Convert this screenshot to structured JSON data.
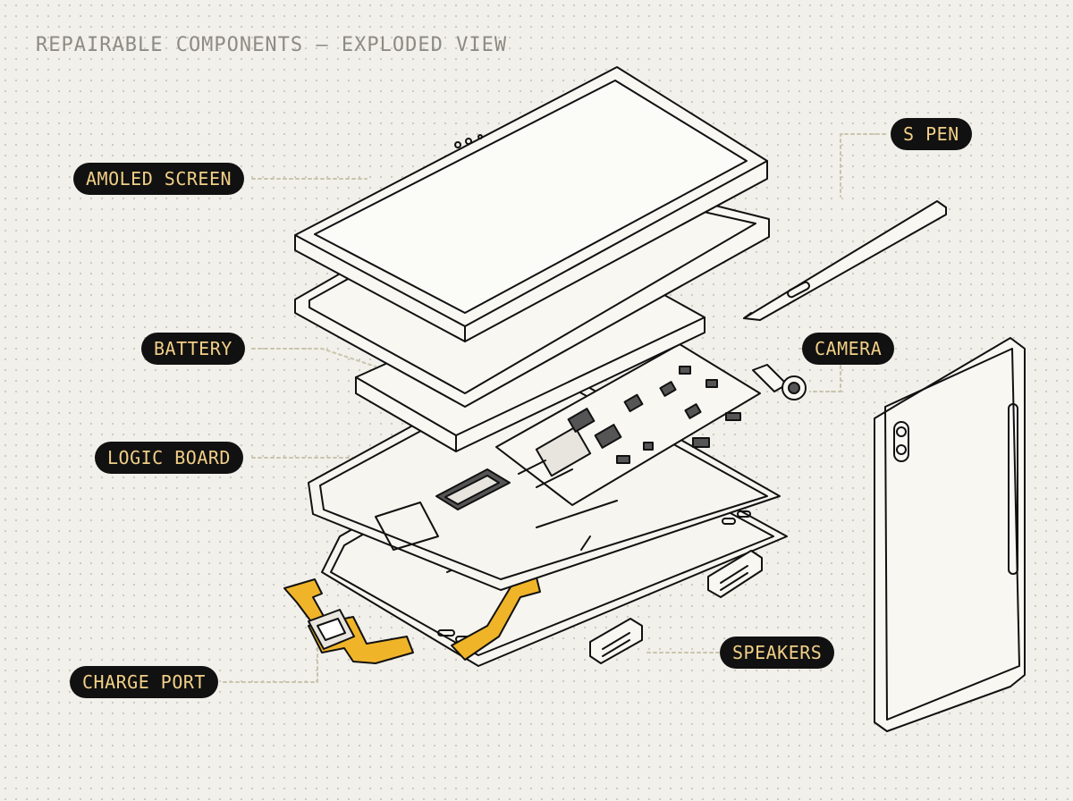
{
  "title": "REPAIRABLE COMPONENTS – EXPLODED VIEW",
  "labels": {
    "amoled_screen": "AMOLED SCREEN",
    "battery": "BATTERY",
    "logic_board": "LOGIC BOARD",
    "charge_port": "CHARGE PORT",
    "s_pen": "S PEN",
    "camera": "CAMERA",
    "speakers": "SPEAKERS"
  },
  "colors": {
    "background": "#f1f0ea",
    "line": "#111111",
    "label_background": "#111111",
    "label_text": "#f1cf86",
    "flex_cable": "#f0b429",
    "leader_line": "#c9c4ad",
    "title_text": "#8d8b84"
  }
}
